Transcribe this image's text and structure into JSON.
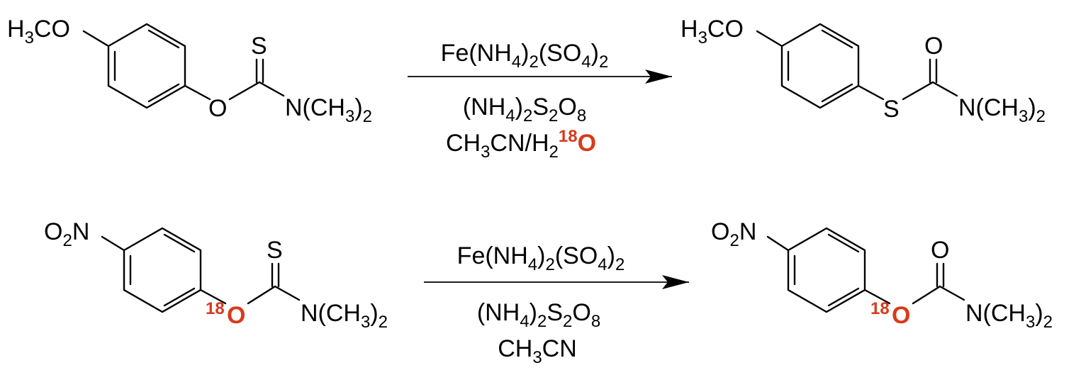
{
  "colors": {
    "isotope_label": "#d83a1b",
    "ink": "#000000"
  },
  "reaction1": {
    "reactant": {
      "substituent": {
        "main": "H",
        "sub": "3",
        "rest": "CO"
      },
      "thione_atom": "S",
      "ester_atom": "O",
      "amine": {
        "main": "N(CH",
        "sub": "3",
        "rest": ")",
        "sub2": "2"
      }
    },
    "reagents_above": {
      "p1": "Fe(NH",
      "s1": "4",
      "p2": ")",
      "s2": "2",
      "p3": "(SO",
      "s3": "4",
      "p4": ")",
      "s4": "2"
    },
    "reagents_below": {
      "line1": {
        "p1": "(NH",
        "s1": "4",
        "p2": ")",
        "s2": "2",
        "p3": "S",
        "s3": "2",
        "p4": "O",
        "s4": "8"
      },
      "line2": {
        "p1": "CH",
        "s1": "3",
        "p2": "CN/H",
        "s2": "2",
        "isotope": "18",
        "atom": "O"
      }
    },
    "product": {
      "substituent": {
        "main": "H",
        "sub": "3",
        "rest": "CO"
      },
      "carbonyl_atom": "O",
      "thio_atom": "S",
      "amine": {
        "main": "N(CH",
        "sub": "3",
        "rest": ")",
        "sub2": "2"
      }
    }
  },
  "reaction2": {
    "reactant": {
      "substituent": {
        "main": "O",
        "sub": "2",
        "rest": "N"
      },
      "thione_atom": "S",
      "isotope": "18",
      "ester_atom": "O",
      "amine": {
        "main": "N(CH",
        "sub": "3",
        "rest": ")",
        "sub2": "2"
      }
    },
    "reagents_above": {
      "p1": "Fe(NH",
      "s1": "4",
      "p2": ")",
      "s2": "2",
      "p3": "(SO",
      "s3": "4",
      "p4": ")",
      "s4": "2"
    },
    "reagents_below": {
      "line1": {
        "p1": "(NH",
        "s1": "4",
        "p2": ")",
        "s2": "2",
        "p3": "S",
        "s3": "2",
        "p4": "O",
        "s4": "8"
      },
      "line2": {
        "p1": "CH",
        "s1": "3",
        "p2": "CN"
      }
    },
    "product": {
      "substituent": {
        "main": "O",
        "sub": "2",
        "rest": "N"
      },
      "carbonyl_atom": "O",
      "isotope": "18",
      "ester_atom": "O",
      "amine": {
        "main": "N(CH",
        "sub": "3",
        "rest": ")",
        "sub2": "2"
      }
    }
  }
}
